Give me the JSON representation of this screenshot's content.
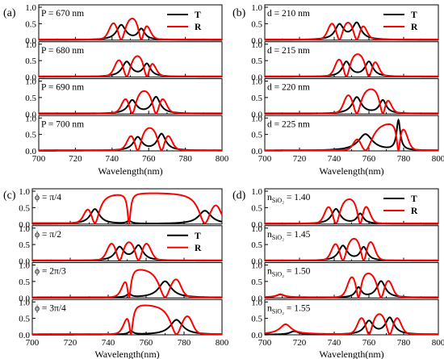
{
  "figure": {
    "panels": [
      {
        "id": "a",
        "letter": "(a)",
        "xlabel": "Wavelength(nm)",
        "xticks": [
          "700",
          "720",
          "740",
          "760",
          "780",
          "800"
        ],
        "yticks": [
          "0.0",
          "0.5",
          "1.0"
        ],
        "legend": [
          "T",
          "R"
        ],
        "legend_subpanel": 0,
        "subpanels": [
          "P = 670 nm",
          "P = 680 nm",
          "P = 690 nm",
          "P = 700 nm"
        ]
      },
      {
        "id": "b",
        "letter": "(b)",
        "xlabel": "Wavelength(nm)",
        "xticks": [
          "700",
          "720",
          "740",
          "760",
          "780",
          "800"
        ],
        "yticks": [
          "0.0",
          "0.5",
          "1.0"
        ],
        "legend": [
          "T",
          "R"
        ],
        "legend_subpanel": 0,
        "subpanels": [
          "d = 210 nm",
          "d = 215 nm",
          "d = 220 nm",
          "d = 225 nm"
        ]
      },
      {
        "id": "c",
        "letter": "(c)",
        "xlabel": "Wavelength(nm)",
        "xticks": [
          "700",
          "720",
          "740",
          "760",
          "780",
          "800"
        ],
        "yticks": [
          "0.0",
          "0.5",
          "1.0"
        ],
        "legend": [
          "T",
          "R"
        ],
        "legend_subpanel": 1,
        "subpanels": [
          "ϕ = π/4",
          "ϕ = π/2",
          "ϕ = 2π/3",
          "ϕ = 3π/4"
        ]
      },
      {
        "id": "d",
        "letter": "(d)",
        "xlabel": "Wavelength(nm)",
        "xticks": [
          "700",
          "720",
          "740",
          "760",
          "780",
          "800"
        ],
        "yticks": [
          "0.0",
          "0.5",
          "1.0"
        ],
        "legend": [
          "T",
          "R"
        ],
        "legend_subpanel": 0,
        "subpanels": [
          "1.40",
          "1.45",
          "1.50",
          "1.55"
        ],
        "subpanel_prefix_base": "n",
        "subpanel_prefix_sub": "SiO₂"
      }
    ]
  },
  "chart_data": [
    {
      "type": "line",
      "panel": "a",
      "xlim": [
        700,
        800
      ],
      "ylim": [
        0,
        1.0
      ],
      "xlabel": "Wavelength(nm)",
      "series_colors": {
        "T": "#000000",
        "R": "#ff0000"
      },
      "subplots": [
        {
          "label": "P = 670 nm",
          "T_peaks": [
            [
              745,
              0.45,
              3.0
            ],
            [
              756,
              0.32,
              2.2
            ]
          ],
          "R_baseline": 0.02,
          "R_high_range": [
            739,
            760
          ],
          "R_dips": [
            [
              745,
              3.0
            ],
            [
              756,
              2.2
            ]
          ]
        },
        {
          "label": "P = 680 nm",
          "T_peaks": [
            [
              748,
              0.45,
              3.0
            ],
            [
              759,
              0.38,
              2.4
            ]
          ],
          "R_baseline": 0.02,
          "R_high_range": [
            742,
            763
          ],
          "R_dips": [
            [
              748,
              3.0
            ],
            [
              759,
              2.4
            ]
          ]
        },
        {
          "label": "P = 690 nm",
          "T_peaks": [
            [
              751,
              0.4,
              2.8
            ],
            [
              764,
              0.5,
              2.8
            ]
          ],
          "R_baseline": 0.02,
          "R_high_range": [
            746,
            769
          ],
          "R_dips": [
            [
              751,
              2.8
            ],
            [
              764,
              2.8
            ]
          ]
        },
        {
          "label": "P = 700 nm",
          "T_peaks": [
            [
              754,
              0.4,
              2.8
            ],
            [
              767,
              0.5,
              2.8
            ]
          ],
          "R_baseline": 0.02,
          "R_high_range": [
            749,
            772
          ],
          "R_dips": [
            [
              754,
              2.8
            ],
            [
              767,
              2.8
            ]
          ]
        }
      ]
    },
    {
      "type": "line",
      "panel": "b",
      "xlim": [
        700,
        800
      ],
      "ylim": [
        0,
        1.0
      ],
      "xlabel": "Wavelength(nm)",
      "series_colors": {
        "T": "#000000",
        "R": "#ff0000"
      },
      "subplots": [
        {
          "label": "d = 210 nm",
          "T_peaks": [
            [
              743,
              0.45,
              3.0
            ],
            [
              753,
              0.5,
              3.0
            ]
          ],
          "R_baseline": 0.02,
          "R_high_range": [
            737,
            758
          ],
          "R_dips": [
            [
              743,
              3.0
            ],
            [
              753,
              3.0
            ]
          ]
        },
        {
          "label": "d = 215 nm",
          "T_peaks": [
            [
              747,
              0.45,
              2.8
            ],
            [
              760,
              0.45,
              2.8
            ]
          ],
          "R_baseline": 0.02,
          "R_high_range": [
            741,
            765
          ],
          "R_dips": [
            [
              747,
              2.8
            ],
            [
              760,
              2.8
            ]
          ]
        },
        {
          "label": "d = 220 nm",
          "T_peaks": [
            [
              753,
              0.5,
              3.2
            ],
            [
              768,
              0.4,
              2.4
            ]
          ],
          "R_baseline": 0.02,
          "R_high_range": [
            746,
            772
          ],
          "R_dips": [
            [
              753,
              3.2
            ],
            [
              768,
              2.4
            ]
          ]
        },
        {
          "label": "d = 225 nm",
          "T_peaks": [
            [
              758,
              0.5,
              5.0
            ],
            [
              777,
              0.9,
              1.3
            ]
          ],
          "R_baseline": 0.02,
          "R_high_range": [
            752,
            782
          ],
          "R_dips": [
            [
              758,
              5.0
            ],
            [
              777,
              1.3
            ]
          ]
        }
      ]
    },
    {
      "type": "line",
      "panel": "c",
      "xlim": [
        700,
        800
      ],
      "ylim": [
        0,
        1.0
      ],
      "xlabel": "Wavelength(nm)",
      "series_colors": {
        "T": "#000000",
        "R": "#ff0000"
      },
      "subplots": [
        {
          "label": "ϕ = π/4",
          "T_peaks": [
            [
              733,
              0.45,
              3.0
            ],
            [
              751,
              0.08,
              1.5
            ],
            [
              791,
              0.4,
              4.0
            ]
          ],
          "R_baseline": 0.03,
          "R_high_range": [
            728,
            799
          ],
          "R_dips": [
            [
              733,
              3.0
            ],
            [
              751,
              1.0
            ],
            [
              791,
              4.0
            ]
          ]
        },
        {
          "label": "ϕ = π/2",
          "T_peaks": [
            [
              746,
              0.4,
              2.8
            ],
            [
              756,
              0.45,
              2.8
            ]
          ],
          "R_baseline": 0.02,
          "R_high_range": [
            740,
            762
          ],
          "R_dips": [
            [
              746,
              2.8
            ],
            [
              756,
              2.8
            ]
          ]
        },
        {
          "label": "ϕ = 2π/3",
          "T_peaks": [
            [
              751,
              0.1,
              1.5
            ],
            [
              770,
              0.5,
              4.0
            ]
          ],
          "R_baseline": 0.02,
          "R_high_range": [
            748,
            778
          ],
          "R_dips": [
            [
              751,
              1.2
            ],
            [
              770,
              4.0
            ]
          ]
        },
        {
          "label": "ϕ = 3π/4",
          "T_peaks": [
            [
              752,
              0.1,
              1.5
            ],
            [
              776,
              0.45,
              4.0
            ]
          ],
          "R_baseline": 0.02,
          "R_high_range": [
            749,
            784
          ],
          "R_dips": [
            [
              752,
              1.2
            ],
            [
              776,
              4.0
            ]
          ]
        }
      ]
    },
    {
      "type": "line",
      "panel": "d",
      "xlim": [
        700,
        800
      ],
      "ylim": [
        0,
        1.0
      ],
      "xlabel": "Wavelength(nm)",
      "series_colors": {
        "T": "#000000",
        "R": "#ff0000"
      },
      "subplots": [
        {
          "label": "1.40",
          "T_peaks": [
            [
              741,
              0.45,
              3.0
            ],
            [
              755,
              0.3,
              2.2
            ]
          ],
          "R_baseline": 0.02,
          "R_high_range": [
            735,
            760
          ],
          "R_dips": [
            [
              741,
              3.0
            ],
            [
              755,
              2.2
            ]
          ]
        },
        {
          "label": "1.45",
          "T_peaks": [
            [
              745,
              0.45,
              3.0
            ],
            [
              757,
              0.4,
              2.4
            ]
          ],
          "R_baseline": 0.02,
          "R_high_range": [
            739,
            763
          ],
          "R_dips": [
            [
              745,
              3.0
            ],
            [
              757,
              2.4
            ]
          ]
        },
        {
          "label": "1.50",
          "T_peaks": [
            [
              709,
              0.1,
              3.0
            ],
            [
              754,
              0.3,
              2.0
            ],
            [
              767,
              0.5,
              3.0
            ]
          ],
          "R_baseline": 0.02,
          "R_high_range": [
            748,
            773
          ],
          "R_dips": [
            [
              754,
              2.0
            ],
            [
              767,
              3.0
            ]
          ],
          "R_bumps": [
            [
              709,
              0.08,
              3.0
            ]
          ]
        },
        {
          "label": "1.55",
          "T_peaks": [
            [
              717,
              0.1,
              3.0
            ],
            [
              760,
              0.4,
              3.0
            ],
            [
              772,
              0.5,
              3.0
            ]
          ],
          "R_baseline": 0.02,
          "R_high_range": [
            754,
            778
          ],
          "R_dips": [
            [
              760,
              3.0
            ],
            [
              772,
              3.0
            ]
          ],
          "R_bumps": [
            [
              712,
              0.3,
              4.0
            ]
          ]
        }
      ]
    }
  ]
}
